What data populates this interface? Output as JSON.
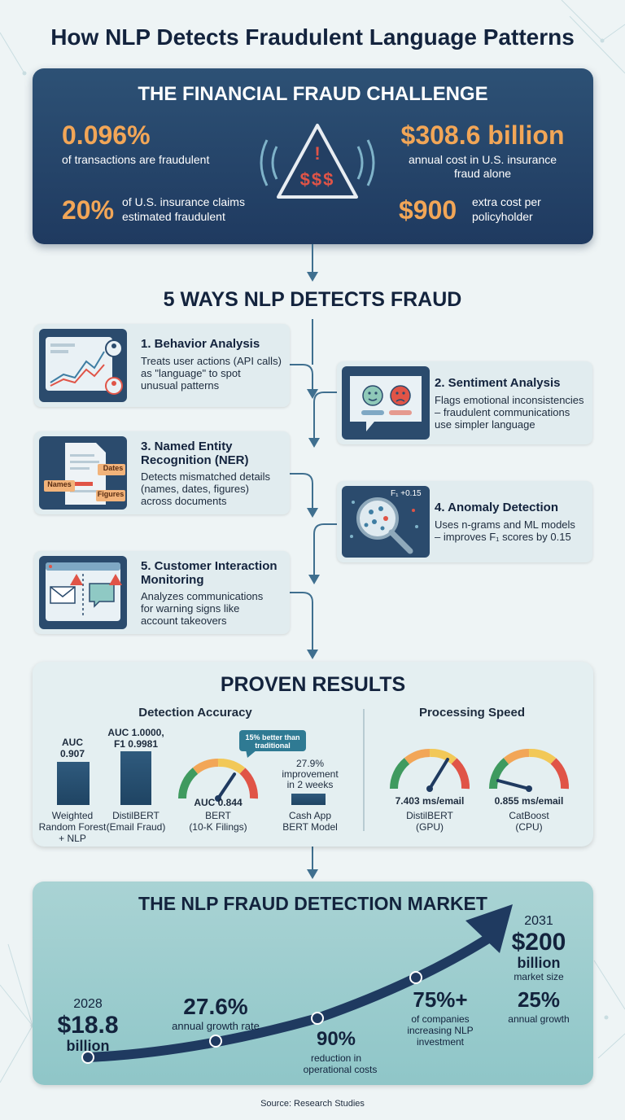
{
  "title": "How NLP Detects Fraudulent Language Patterns",
  "challenge": {
    "heading": "THE FINANCIAL FRAUD CHALLENGE",
    "stat1_value": "0.096%",
    "stat1_text": "of transactions are fraudulent",
    "stat2_value": "20%",
    "stat2_text_1": "of U.S. insurance claims",
    "stat2_text_2": "estimated fraudulent",
    "stat3_value": "$308.6 billion",
    "stat3_text_1": "annual cost in U.S. insurance",
    "stat3_text_2": "fraud alone",
    "stat4_value": "$900",
    "stat4_text_1": "extra cost per",
    "stat4_text_2": "policyholder",
    "icon_text": "$$$",
    "icon_mark": "!"
  },
  "methods": {
    "heading": "5 WAYS NLP DETECTS FRAUD",
    "m1": {
      "title": "1. Behavior Analysis",
      "l1": "Treats user actions (API calls)",
      "l2": "as \"language\" to spot",
      "l3": "unusual patterns"
    },
    "m2": {
      "title": "2. Sentiment Analysis",
      "l1": "Flags emotional inconsistencies",
      "l2": "– fraudulent communications",
      "l3": "use simpler language"
    },
    "m3": {
      "title1": "3. Named Entity",
      "title2": "Recognition (NER)",
      "l1": "Detects mismatched details",
      "l2": "(names, dates, figures)",
      "l3": "across documents",
      "tag_dates": "Dates",
      "tag_names": "Names",
      "tag_figures": "Figures"
    },
    "m4": {
      "title": "4. Anomaly Detection",
      "l1": "Uses n-grams and ML models",
      "l2": "– improves F₁ scores by 0.15",
      "icon_label": "F₁ +0.15"
    },
    "m5": {
      "title1": "5. Customer Interaction",
      "title2": "Monitoring",
      "l1": "Analyzes communications",
      "l2": "for warning signs like",
      "l3": "account takeovers"
    }
  },
  "results": {
    "heading": "PROVEN RESULTS",
    "accuracy_heading": "Detection Accuracy",
    "speed_heading": "Processing Speed",
    "callout": "15% better than traditional",
    "rf": {
      "value1": "AUC",
      "value2": "0.907",
      "name1": "Weighted",
      "name2": "Random Forest",
      "name3": "+ NLP"
    },
    "distil": {
      "value1": "AUC 1.0000,",
      "value2": "F1 0.9981",
      "name1": "DistilBERT",
      "name2": "(Email Fraud)"
    },
    "bert": {
      "value": "AUC 0.844",
      "name1": "BERT",
      "name2": "(10-K Filings)"
    },
    "cashapp": {
      "value1": "27.9%",
      "value2": "improvement",
      "value3": "in 2 weeks",
      "name1": "Cash App",
      "name2": "BERT Model"
    },
    "gpu": {
      "value": "7.403 ms/email",
      "name1": "DistilBERT",
      "name2": "(GPU)"
    },
    "cpu": {
      "value": "0.855 ms/email",
      "name1": "CatBoost",
      "name2": "(CPU)"
    }
  },
  "market": {
    "heading": "THE NLP FRAUD DETECTION MARKET",
    "start_year": "2028",
    "start_value": "$18.8",
    "start_unit": "billion",
    "growth_value": "27.6%",
    "growth_text": "annual growth rate",
    "reduction_value": "90%",
    "reduction_text1": "reduction in",
    "reduction_text2": "operational costs",
    "companies_value": "75%+",
    "companies_text1": "of companies",
    "companies_text2": "increasing NLP",
    "companies_text3": "investment",
    "end_year": "2031",
    "end_value": "$200",
    "end_unit": "billion",
    "end_text": "market size",
    "end_growth_value": "25%",
    "end_growth_text": "annual growth"
  },
  "source": "Source: Research Studies",
  "colors": {
    "navy": "#1f3a60",
    "orange": "#f2a657",
    "teal": "#8fc6c8",
    "red": "#e05447"
  }
}
